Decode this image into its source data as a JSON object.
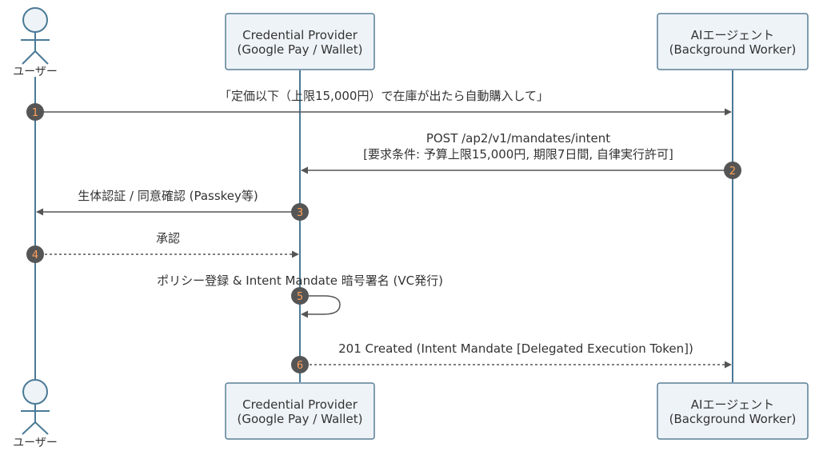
{
  "participants": {
    "user": {
      "label": "ユーザー"
    },
    "provider": {
      "line1": "Credential Provider",
      "line2": "(Google Pay / Wallet)"
    },
    "agent": {
      "line1": "AIエージェント",
      "line2": "(Background Worker)"
    }
  },
  "messages": [
    {
      "number": "1",
      "from": "user",
      "to": "agent",
      "style": "solid",
      "lines": [
        "「定価以下（上限15,000円）で在庫が出たら自動購入して」"
      ]
    },
    {
      "number": "2",
      "from": "agent",
      "to": "provider",
      "style": "solid",
      "lines": [
        "POST /ap2/v1/mandates/intent",
        "[要求条件: 予算上限15,000円, 期限7日間, 自律実行許可]"
      ]
    },
    {
      "number": "3",
      "from": "provider",
      "to": "user",
      "style": "solid",
      "lines": [
        "生体認証 / 同意確認 (Passkey等)"
      ]
    },
    {
      "number": "4",
      "from": "user",
      "to": "provider",
      "style": "dashed",
      "lines": [
        "承認"
      ]
    },
    {
      "number": "5",
      "from": "provider",
      "to": "provider",
      "style": "self",
      "lines": [
        "ポリシー登録 & Intent Mandate 暗号署名 (VC発行)"
      ]
    },
    {
      "number": "6",
      "from": "provider",
      "to": "agent",
      "style": "dashed",
      "lines": [
        "201 Created (Intent Mandate [Delegated Execution Token])"
      ]
    }
  ],
  "colors": {
    "lifeline": "#4a7a96",
    "arrow": "#555555",
    "box_fill": "#eef3f8",
    "box_stroke": "#5a7f96",
    "marker_fill": "#555555",
    "marker_text": "#ffa05a",
    "text": "#333333"
  }
}
